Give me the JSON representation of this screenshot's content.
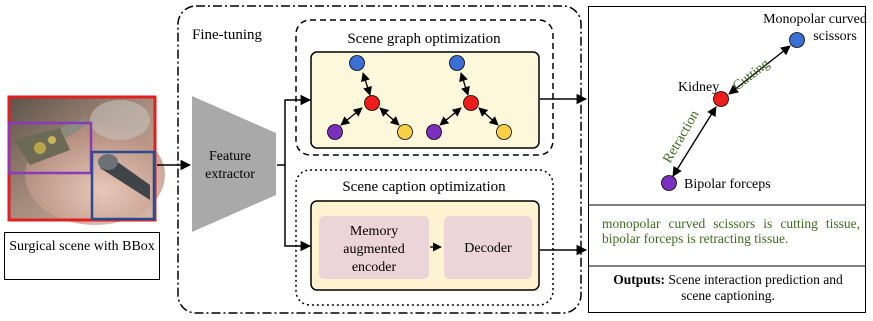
{
  "fine_tuning": {
    "label": "Fine-tuning"
  },
  "input": {
    "caption": "Surgical scene with BBox"
  },
  "feature_extractor": {
    "line1": "Feature",
    "line2": "extractor"
  },
  "scene_graph": {
    "title": "Scene graph optimization"
  },
  "scene_caption": {
    "title": "Scene caption optimization",
    "memory_line1": "Memory",
    "memory_line2": "augmented",
    "memory_line3": "encoder",
    "decoder": "Decoder"
  },
  "output_graph": {
    "tool_top_line1": "Monopolar curved",
    "tool_top_line2": "scissors",
    "organ": "Kidney",
    "tool_bottom": "Bipolar forceps",
    "edge_top": "Cutting",
    "edge_bottom": "Retraction"
  },
  "caption_output": "monopolar curved scissors is cutting tissue, bipolar forceps is retracting tissue.",
  "outputs": {
    "bold": "Outputs:",
    "text": " Scene interaction prediction and scene captioning."
  },
  "colors": {
    "blue_node": "#3b6fd4",
    "red_node": "#ee1c1c",
    "purple_node": "#7b2fbf",
    "yellow_node": "#f7d046",
    "graph_panel_bg": "#fdf7dc",
    "caption_panel_bg": "#fdf3d0",
    "module_bg": "#ecd5d9",
    "extractor_fill": "#a9a9a9",
    "bbox_red": "#e02020",
    "bbox_purple": "#8a3ab9",
    "bbox_blue": "#274d8f",
    "caption_green": "#3d6b1f"
  }
}
